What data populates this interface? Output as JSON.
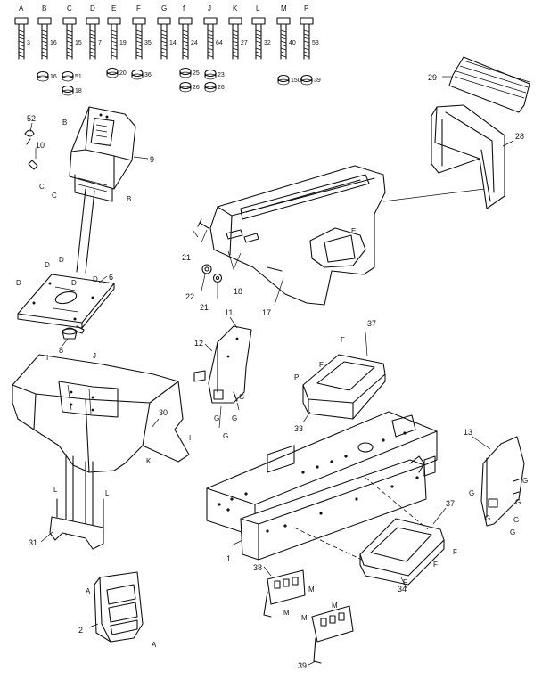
{
  "diagram": {
    "hardware_row": [
      {
        "letter": "A",
        "size": "3"
      },
      {
        "letter": "B",
        "size": "16"
      },
      {
        "letter": "C",
        "size": "15"
      },
      {
        "letter": "D",
        "size": "7"
      },
      {
        "letter": "E",
        "size": "19"
      },
      {
        "letter": "F",
        "size": "35"
      },
      {
        "letter": "G",
        "size": "14"
      },
      {
        "letter": "f",
        "size": "24"
      },
      {
        "letter": "J",
        "size": "64"
      },
      {
        "letter": "K",
        "size": "27"
      },
      {
        "letter": "L",
        "size": "32"
      },
      {
        "letter": "M",
        "size": "40"
      },
      {
        "letter": "P",
        "size": "53"
      }
    ],
    "nut_labels": [
      "16",
      "51",
      "18",
      "20",
      "36",
      "25",
      "23",
      "26",
      "26",
      "150",
      "39"
    ],
    "part_labels": {
      "p52": "52",
      "p10": "10",
      "p9": "9",
      "p6": "6",
      "p8": "8",
      "p30": "30",
      "p31": "31",
      "p2": "2",
      "p21a": "21",
      "p22": "22",
      "p21b": "21",
      "p18": "18",
      "p17": "17",
      "p29": "29",
      "p28": "28",
      "p11": "11",
      "p12": "12",
      "p37a": "37",
      "p33": "33",
      "p13": "13",
      "p37b": "37",
      "p34": "34",
      "p1": "1",
      "p38": "38",
      "p39": "39"
    },
    "letter_labels": {
      "B": "B",
      "C": "C",
      "D": "D",
      "E": "E",
      "F": "F",
      "G": "G",
      "I": "I",
      "J": "J",
      "K": "K",
      "L": "L",
      "M": "M",
      "A": "A",
      "P": "P"
    }
  }
}
